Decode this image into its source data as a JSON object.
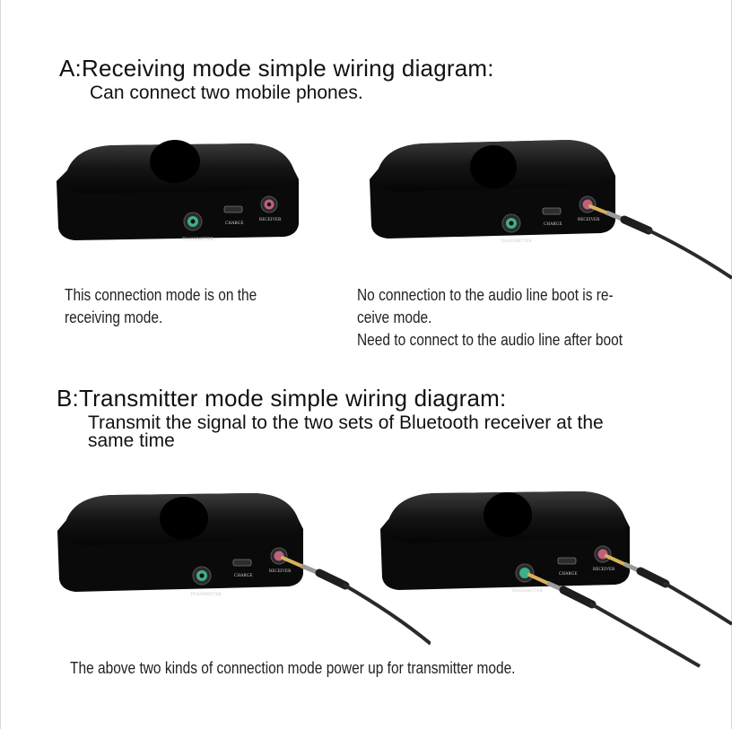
{
  "section_a": {
    "title": "A:Receiving mode simple wiring diagram:",
    "subtitle": "Can connect two mobile phones.",
    "note_left_line1": "This connection mode is on the",
    "note_left_line2": "receiving mode.",
    "note_right_line1": "No connection to the audio line boot is re-",
    "note_right_line2": "ceive mode.",
    "note_right_line3": "Need to connect to the audio line after boot"
  },
  "section_b": {
    "title": "B:Transmitter mode simple wiring diagram:",
    "subtitle_line1": "Transmit the signal to the two sets of Bluetooth receiver at the",
    "subtitle_line2": "same time",
    "footer": "The above two kinds of connection mode power up for transmitter mode."
  },
  "device_labels": {
    "transmitter": "TRANSMITTER",
    "charge": "CHARGE",
    "receiver": "RECEIVER"
  },
  "colors": {
    "device_body": "#0c0c0c",
    "green_port": "#3fae8a",
    "pink_port": "#c0607e",
    "cable": "#2a2a2a",
    "gold_plug": "#c9a24a"
  }
}
